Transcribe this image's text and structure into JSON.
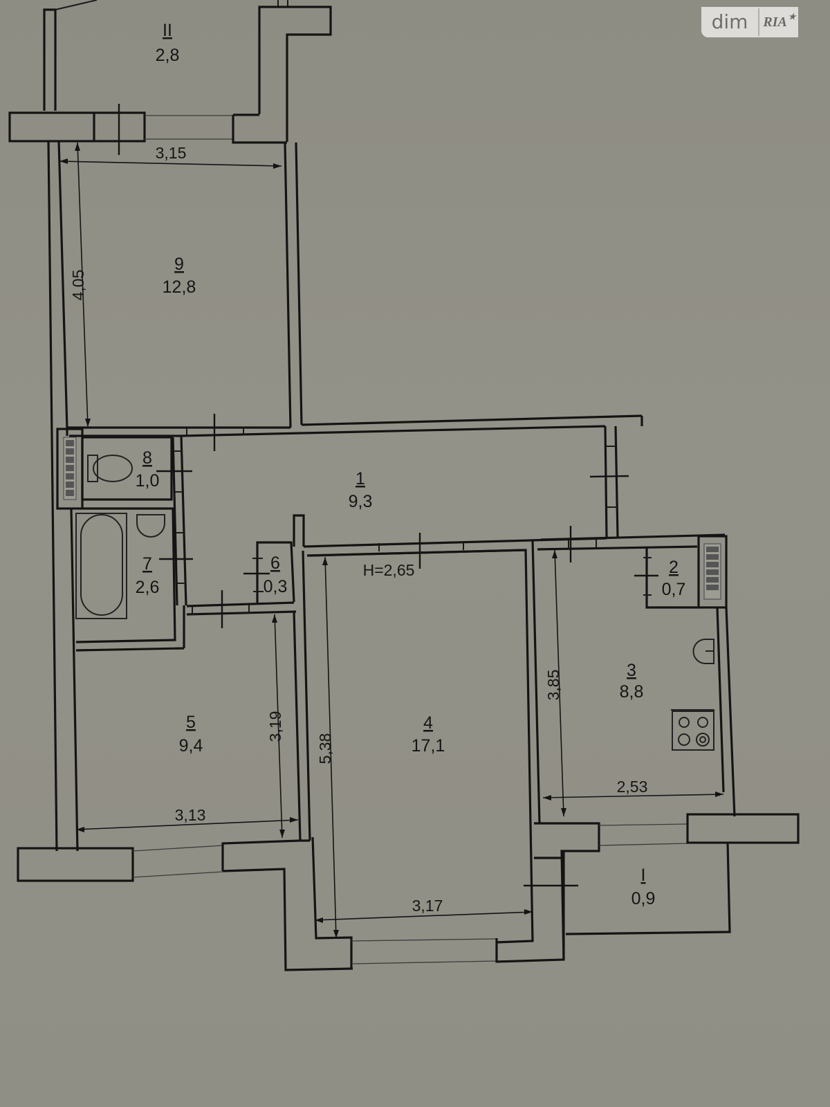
{
  "watermark": {
    "brand_left": "dim",
    "brand_right": "RIA",
    "star": "★"
  },
  "plan": {
    "ceiling_height": "H=2,65",
    "rooms": [
      {
        "id": "II",
        "number": "II",
        "area": "2,8",
        "type": "balcony"
      },
      {
        "id": "9",
        "number": "9",
        "area": "12,8",
        "type": "room"
      },
      {
        "id": "8",
        "number": "8",
        "area": "1,0",
        "type": "toilet"
      },
      {
        "id": "1",
        "number": "1",
        "area": "9,3",
        "type": "hallway"
      },
      {
        "id": "7",
        "number": "7",
        "area": "2,6",
        "type": "bathroom"
      },
      {
        "id": "6",
        "number": "6",
        "area": "0,3",
        "type": "closet"
      },
      {
        "id": "2",
        "number": "2",
        "area": "0,7",
        "type": "pantry"
      },
      {
        "id": "3",
        "number": "3",
        "area": "8,8",
        "type": "kitchen"
      },
      {
        "id": "5",
        "number": "5",
        "area": "9,4",
        "type": "room"
      },
      {
        "id": "4",
        "number": "4",
        "area": "17,1",
        "type": "room"
      },
      {
        "id": "I",
        "number": "I",
        "area": "0,9",
        "type": "balcony"
      }
    ],
    "dimensions": {
      "room9_width": "3,15",
      "room9_length": "4,05",
      "room5_width": "3,13",
      "room5_length": "3,19",
      "room4_width": "3,17",
      "room4_length": "5,38",
      "room3_width": "2,53",
      "room3_length": "3,85"
    },
    "colors": {
      "paper": "#908f85",
      "ink": "#141414"
    }
  }
}
